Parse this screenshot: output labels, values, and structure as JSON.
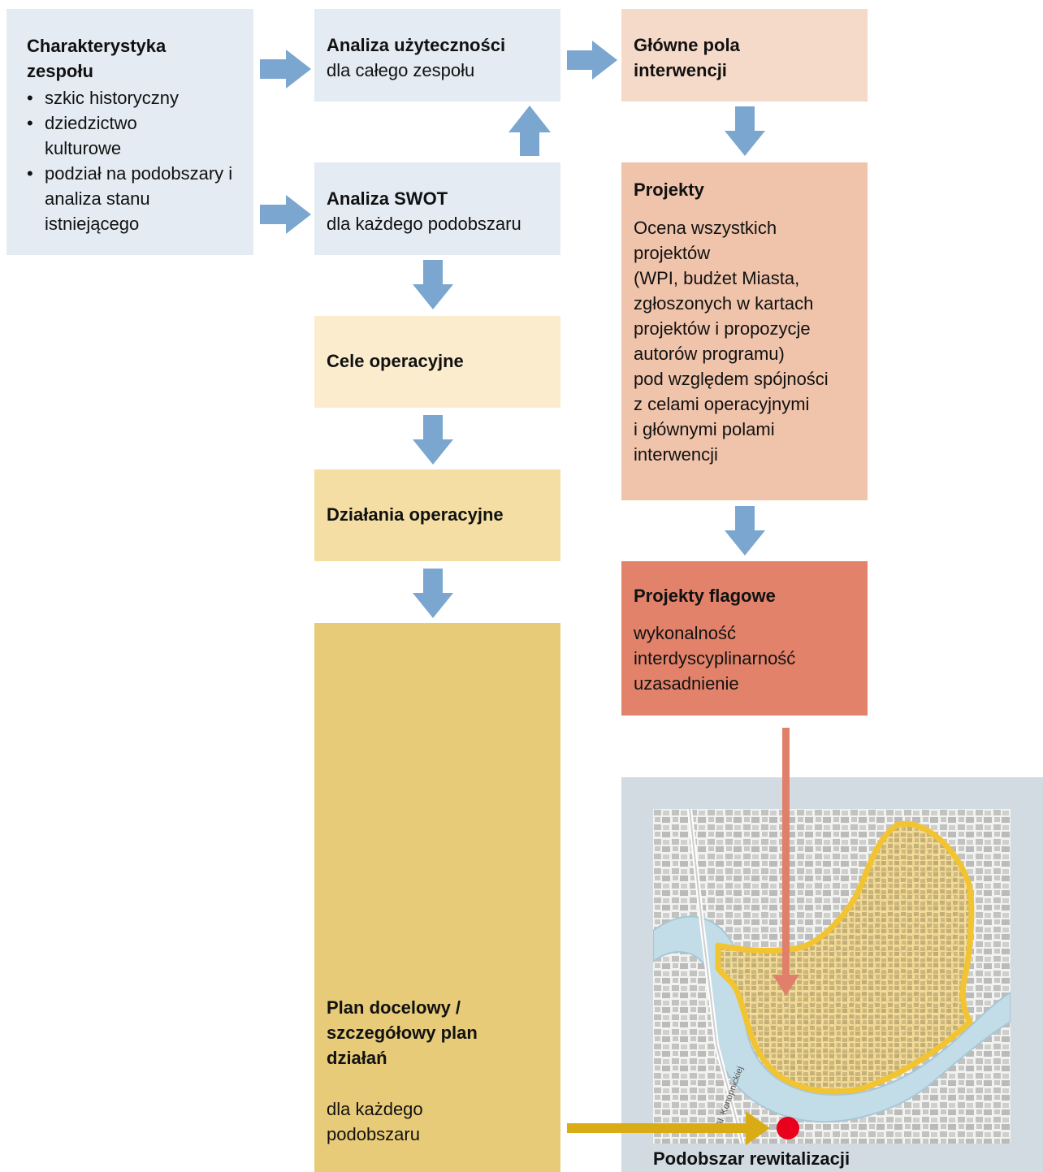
{
  "boxes": {
    "charakterystyka": {
      "title": "Charakterystyka zespołu",
      "bullets": [
        "szkic historyczny",
        "dziedzictwo kulturowe",
        "podział na podobszary i analiza stanu istniejącego"
      ]
    },
    "analiza_uzytecznosci": {
      "title": "Analiza użyteczności",
      "subtitle": "dla całego zespołu"
    },
    "analiza_swot": {
      "title": "Analiza SWOT",
      "subtitle": "dla każdego podobszaru"
    },
    "cele": {
      "title": "Cele operacyjne"
    },
    "dzialania": {
      "title": "Działania operacyjne"
    },
    "plan": {
      "title_lines": [
        "Plan docelowy /",
        "szczegółowy plan",
        "działań"
      ],
      "subtitle_lines": [
        "dla każdego",
        "podobszaru"
      ]
    },
    "glowne_pola": {
      "title_lines": [
        "Główne pola",
        "interwencji"
      ]
    },
    "projekty": {
      "title": "Projekty",
      "body_lines": [
        "Ocena wszystkich",
        "projektów",
        "(WPI, budżet Miasta,",
        "zgłoszonych w kartach",
        "projektów i propozycje",
        "autorów programu)",
        "pod względem spójności",
        "z celami operacyjnymi",
        "i głównymi polami",
        "interwencji"
      ]
    },
    "flagowe": {
      "title": "Projekty flagowe",
      "body_lines": [
        "wykonalność",
        "interdyscyplinarność",
        "uzasadnienie"
      ]
    }
  },
  "map": {
    "caption": "Podobszar rewitalizacji",
    "street_label": "Al. Konopnickiej",
    "marker_color": "#e8001c",
    "area_color": "#f6d98a"
  },
  "colors": {
    "arrow_blue": "#7ba6cf",
    "arrow_red": "#e0806a",
    "arrow_gold": "#d9ab14",
    "box_blue": "#e4ebf3",
    "box_cream": "#faeccc",
    "box_sand": "#f4dea3",
    "box_gold": "#e8cb78",
    "box_peach": "#f6dac9",
    "box_salmon": "#f0c3ab",
    "box_coral": "#e2826a"
  }
}
